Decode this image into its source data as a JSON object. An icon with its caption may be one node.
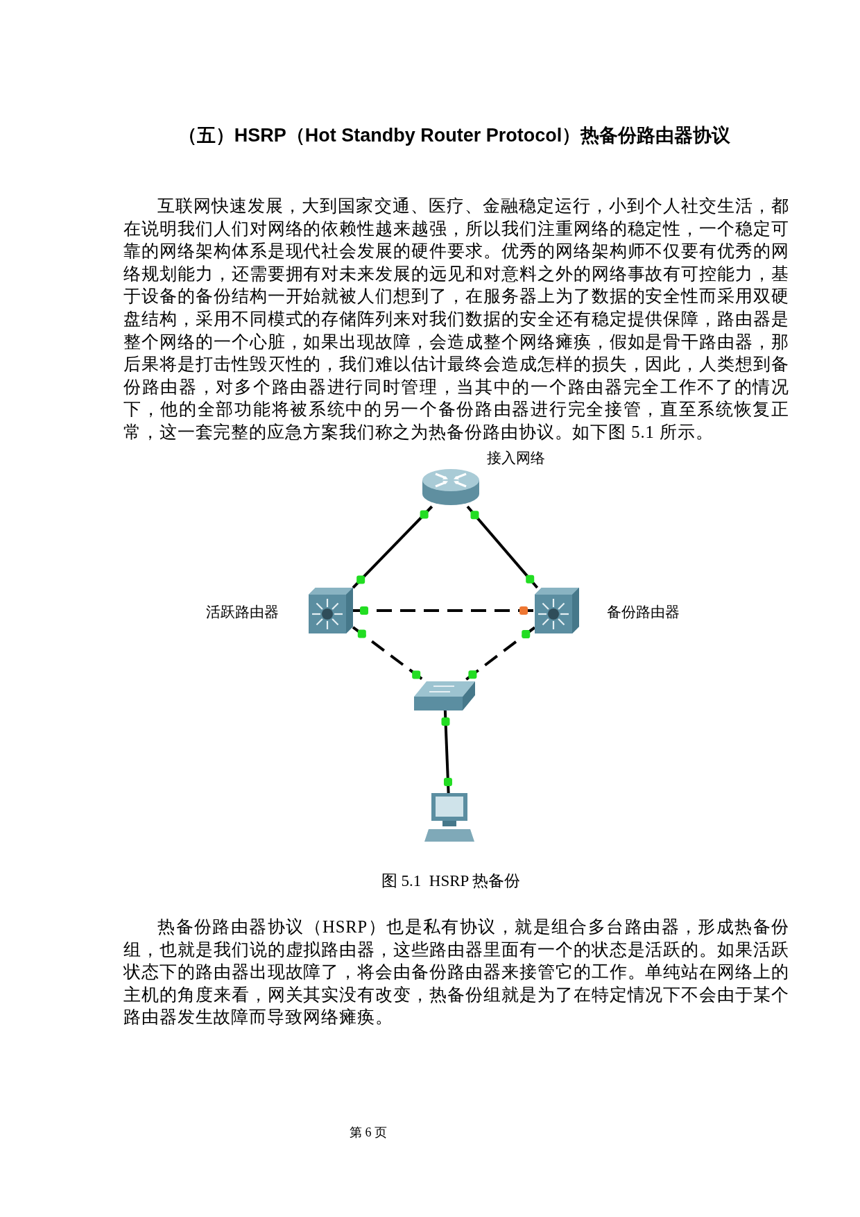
{
  "diagram": {
    "title": "（五）HSRP（Hot Standby Router Protocol）热备份路由器协议",
    "caption": "图 5.1  HSRP 热备份",
    "nodes": [
      {
        "text": [],
        "shape": "picture",
        "beside": [
          "接入网络"
        ]
      },
      {
        "text": [],
        "shape": "picture",
        "beside": [
          "活跃路由器"
        ]
      },
      {
        "text": [],
        "shape": "picture",
        "beside": [
          "备份路由器"
        ]
      },
      {
        "text": [],
        "shape": "picture"
      },
      {
        "text": [],
        "shape": "picture"
      }
    ],
    "edges": [
      {
        "from": 0,
        "to": 1,
        "arrow": "none"
      },
      {
        "from": 0,
        "to": 2,
        "arrow": "none"
      },
      {
        "from": 1,
        "to": 2,
        "arrow": "none",
        "style": "dashed"
      },
      {
        "from": 1,
        "to": 3,
        "arrow": "none",
        "style": "dashed"
      },
      {
        "from": 2,
        "to": 3,
        "arrow": "none",
        "style": "dashed"
      },
      {
        "from": 3,
        "to": 4,
        "arrow": "none"
      }
    ],
    "labels": [
      "互联网快速发展，大到国家交通、医疗、金融稳定运行，小到个人社交生活，都在说明我们人们对网络的依赖性越来越强，所以我们注重网络的稳定性，一个稳定可靠的网络架构体系是现代社会发展的硬件要求。优秀的网络架构师不仅要有优秀的网络规划能力，还需要拥有对未来发展的远见和对意料之外的网络事故有可控能力，基于设备的备份结构一开始就被人们想到了，在服务器上为了数据的安全性而采用双硬盘结构，采用不同模式的存储阵列来对我们数据的安全还有稳定提供保障，路由器是整个网络的一个心脏，如果出现故障，会造成整个网络瘫痪，假如是骨干路由器，那后果将是打击性毁灭性的，我们难以估计最终会造成怎样的损失，因此，人类想到备份路由器，对多个路由器进行同时管理，当其中的一个路由器完全工作不了的情况下，他的全部功能将被系统中的另一个备份路由器进行完全接管，直至系统恢复正常，这一套完整的应急方案我们称之为热备份路由协议。如下图 5.1 所示。",
      "热备份路由器协议（HSRP）也是私有协议，就是组合多台路由器，形成热备份组，也就是我们说的虚拟路由器，这些路由器里面有一个的状态是活跃的。如果活跃状态下的路由器出现故障了，将会由备份路由器来接管它的工作。单纯站在网络上的主机的角度来看，网关其实没有改变，热备份组就是为了在特定情况下不会由于某个路由器发生故障而导致网络瘫痪。",
      "第 6 页"
    ]
  }
}
